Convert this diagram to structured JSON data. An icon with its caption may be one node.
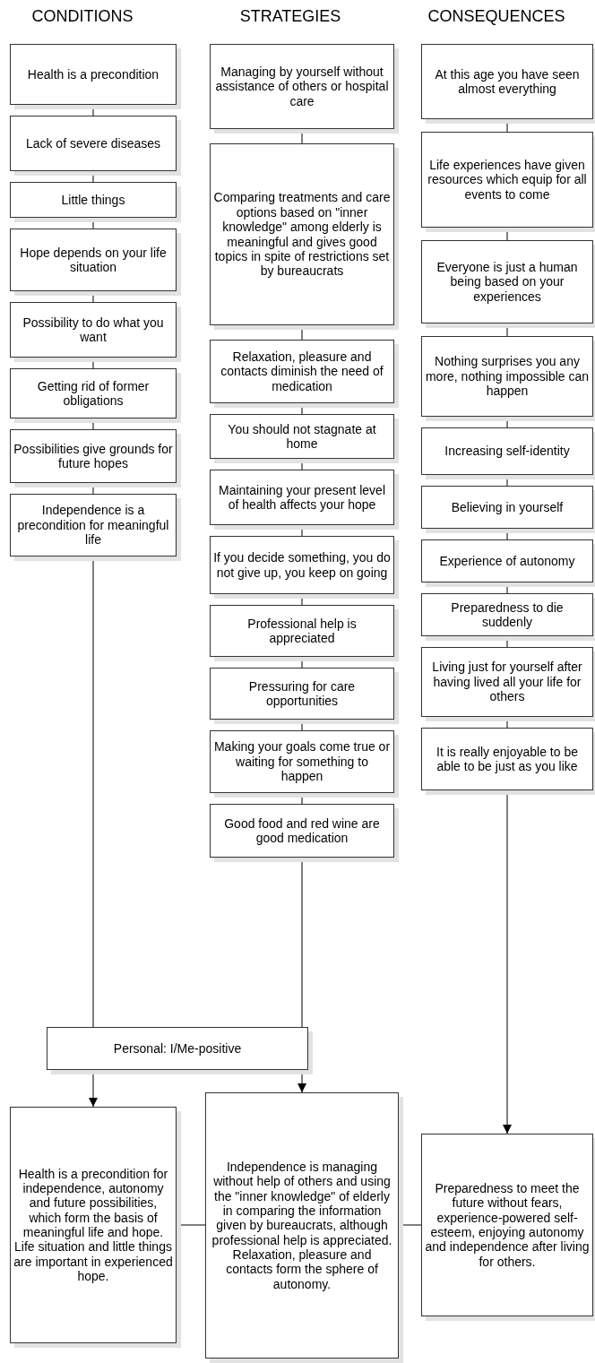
{
  "diagram": {
    "nodes": [
      {
        "text": [
          "Health is a precondition"
        ]
      },
      {
        "text": [
          "Lack of severe diseases"
        ]
      },
      {
        "text": [
          "Little things"
        ]
      },
      {
        "text": [
          "Hope depends on your life situation"
        ]
      },
      {
        "text": [
          "Possibility to do what you want"
        ]
      },
      {
        "text": [
          "Getting rid of former obligations"
        ]
      },
      {
        "text": [
          "Possibilities give grounds for future hopes"
        ]
      },
      {
        "text": [
          "Independence is a precondition for meaningful life"
        ]
      },
      {
        "text": [
          "Managing by yourself without assistance of others or hospital care"
        ]
      },
      {
        "text": [
          "Comparing treatments and care options based on \"inner knowledge\" among elderly is meaningful and gives good topics in spite of restrictions set by bureaucrats"
        ]
      },
      {
        "text": [
          "Relaxation, pleasure and contacts diminish the need of medication"
        ]
      },
      {
        "text": [
          "You should not stagnate at home"
        ]
      },
      {
        "text": [
          "Maintaining your present level of health affects your hope"
        ]
      },
      {
        "text": [
          "If you decide something, you do not give up, you keep on going"
        ]
      },
      {
        "text": [
          "Professional help is appreciated"
        ]
      },
      {
        "text": [
          "Pressuring for care opportunities"
        ]
      },
      {
        "text": [
          "Making your goals come true or waiting for something to happen"
        ]
      },
      {
        "text": [
          "Good food and red wine are good medication"
        ]
      },
      {
        "text": [
          "At this age you have seen almost everything"
        ]
      },
      {
        "text": [
          "Life experiences have given resources which equip for all events to come"
        ]
      },
      {
        "text": [
          "Everyone is just a human being based on your experiences"
        ]
      },
      {
        "text": [
          "Nothing surprises you any more, nothing impossible can happen"
        ]
      },
      {
        "text": [
          "Increasing self-identity"
        ]
      },
      {
        "text": [
          "Believing in yourself"
        ]
      },
      {
        "text": [
          "Experience of autonomy"
        ]
      },
      {
        "text": [
          "Preparedness to die suddenly"
        ]
      },
      {
        "text": [
          "Living just for yourself after having lived all your life for others"
        ]
      },
      {
        "text": [
          "It is really enjoyable to be able to be just as you like"
        ]
      },
      {
        "text": [
          "Personal: I/Me-positive"
        ]
      },
      {
        "text": [
          "Health is a precondition for independence, autonomy and future possibilities, which form the basis of meaningful life and hope. Life situation and little things are important in experienced hope."
        ]
      },
      {
        "text": [
          "Independence is managing without help of others and using the \"inner knowledge\" of elderly in comparing the information given by bureaucrats, although professional help is appreciated. Relaxation, pleasure and contacts form the sphere of autonomy."
        ]
      },
      {
        "text": [
          "Preparedness to meet the future without fears, experience-powered self-esteem, enjoying autonomy and independence after living for others."
        ]
      }
    ],
    "edges": [
      {
        "from": 0,
        "to": 1,
        "arrow": "none"
      },
      {
        "from": 1,
        "to": 2,
        "arrow": "none"
      },
      {
        "from": 2,
        "to": 3,
        "arrow": "none"
      },
      {
        "from": 3,
        "to": 4,
        "arrow": "none"
      },
      {
        "from": 4,
        "to": 5,
        "arrow": "none"
      },
      {
        "from": 5,
        "to": 6,
        "arrow": "none"
      },
      {
        "from": 6,
        "to": 7,
        "arrow": "none"
      },
      {
        "from": 8,
        "to": 9,
        "arrow": "none"
      },
      {
        "from": 9,
        "to": 10,
        "arrow": "none"
      },
      {
        "from": 10,
        "to": 11,
        "arrow": "none"
      },
      {
        "from": 11,
        "to": 12,
        "arrow": "none"
      },
      {
        "from": 12,
        "to": 13,
        "arrow": "none"
      },
      {
        "from": 13,
        "to": 14,
        "arrow": "none"
      },
      {
        "from": 14,
        "to": 15,
        "arrow": "none"
      },
      {
        "from": 15,
        "to": 16,
        "arrow": "none"
      },
      {
        "from": 16,
        "to": 17,
        "arrow": "none"
      },
      {
        "from": 18,
        "to": 19,
        "arrow": "none"
      },
      {
        "from": 19,
        "to": 20,
        "arrow": "none"
      },
      {
        "from": 20,
        "to": 21,
        "arrow": "none"
      },
      {
        "from": 21,
        "to": 22,
        "arrow": "none"
      },
      {
        "from": 22,
        "to": 23,
        "arrow": "none"
      },
      {
        "from": 23,
        "to": 24,
        "arrow": "none"
      },
      {
        "from": 24,
        "to": 25,
        "arrow": "none"
      },
      {
        "from": 25,
        "to": 26,
        "arrow": "none"
      },
      {
        "from": 26,
        "to": 27,
        "arrow": "none"
      },
      {
        "from": 7,
        "to": 28,
        "arrow": "none"
      },
      {
        "from": 17,
        "to": 28,
        "arrow": "none"
      },
      {
        "from": 28,
        "to": 29,
        "arrow": "to"
      },
      {
        "from": 28,
        "to": 30,
        "arrow": "to"
      },
      {
        "from": 27,
        "to": 31,
        "arrow": "to"
      },
      {
        "from": 29,
        "to": 30,
        "arrow": "none"
      },
      {
        "from": 30,
        "to": 31,
        "arrow": "none"
      }
    ],
    "labels": [
      "CONDITIONS",
      "STRATEGIES",
      "CONSEQUENCES"
    ]
  }
}
